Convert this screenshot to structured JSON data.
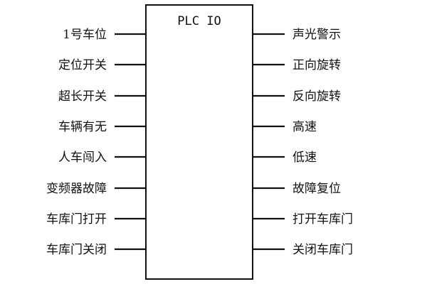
{
  "title": "PLC IO",
  "inputs": [
    "1号车位",
    "定位开关",
    "超长开关",
    "车辆有无",
    "人车闯入",
    "变频器故障",
    "车库门打开",
    "车库门关闭"
  ],
  "outputs": [
    "声光警示",
    "正向旋转",
    "反向旋转",
    "高速",
    "低速",
    "故障复位",
    "打开车库门",
    "关闭车库门"
  ],
  "colors": {
    "line": "#111111",
    "background": "#ffffff"
  }
}
